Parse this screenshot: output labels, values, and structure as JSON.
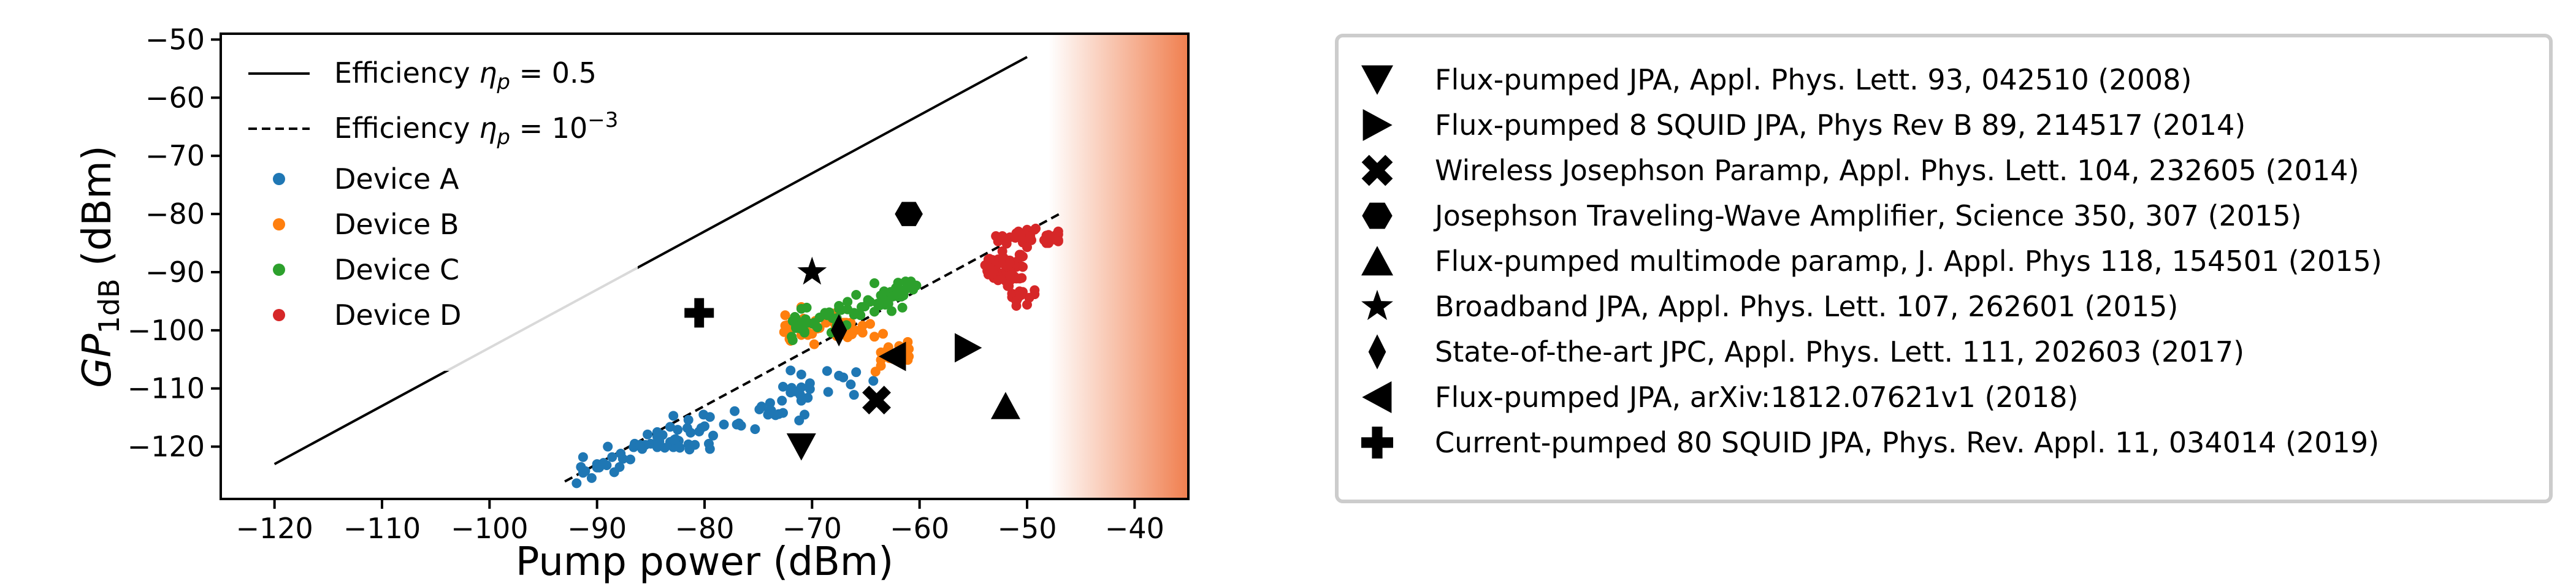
{
  "chart_data": {
    "type": "scatter",
    "xlabel": "Pump power (dBm)",
    "ylabel": "GP_1dB (dBm)",
    "ylabel_main": "GP",
    "ylabel_sub": "1dB",
    "ylabel_unit": " (dBm)",
    "xlim": [
      -125,
      -35
    ],
    "ylim": [
      -129,
      -49
    ],
    "xticks": [
      -120,
      -110,
      -100,
      -90,
      -80,
      -70,
      -60,
      -50,
      -40
    ],
    "yticks": [
      -50,
      -60,
      -70,
      -80,
      -90,
      -100,
      -110,
      -120
    ],
    "grid": false,
    "shaded_region": {
      "x_start": -48,
      "x_end": -35,
      "color_strong": "#f07f4f",
      "color_fade": "#ffffff"
    },
    "lines": [
      {
        "name": "Efficiency η_p = 0.5",
        "label_prefix": "Efficiency ",
        "label_math": "η",
        "label_sub": "p",
        "label_rest": " = 0.5",
        "style": "solid",
        "x": [
          -120,
          -50
        ],
        "y": [
          -123,
          -53
        ]
      },
      {
        "name": "Efficiency η_p = 10^-3",
        "label_prefix": "Efficiency ",
        "label_math": "η",
        "label_sub": "p",
        "label_rest": " = 10",
        "label_sup": "−3",
        "style": "dashed",
        "x": [
          -93,
          -47
        ],
        "y": [
          -126,
          -80
        ]
      }
    ],
    "series": [
      {
        "name": "Device A",
        "color": "#1f77b4",
        "x": [],
        "y": []
      },
      {
        "name": "Device B",
        "color": "#ff7f0e",
        "x": [],
        "y": []
      },
      {
        "name": "Device C",
        "color": "#2ca02c",
        "x": [],
        "y": []
      },
      {
        "name": "Device D",
        "color": "#d62728",
        "x": [],
        "y": []
      }
    ],
    "references": [
      {
        "marker": "triangle-down",
        "label": "Flux-pumped JPA, Appl. Phys. Lett. 93, 042510 (2008)",
        "x": -71,
        "y": -120
      },
      {
        "marker": "triangle-right",
        "label": "Flux-pumped 8 SQUID JPA, Phys Rev B 89, 214517 (2014)",
        "x": -55.5,
        "y": -103
      },
      {
        "marker": "x",
        "label": "Wireless Josephson Paramp, Appl. Phys. Lett. 104, 232605 (2014)",
        "x": -64,
        "y": -112
      },
      {
        "marker": "hexagon",
        "label": "Josephson Traveling-Wave Amplifier, Science 350, 307 (2015)",
        "x": -61,
        "y": -80
      },
      {
        "marker": "triangle-up",
        "label": "Flux-pumped multimode paramp, J. Appl. Phys 118, 154501 (2015)",
        "x": -52,
        "y": -113
      },
      {
        "marker": "star",
        "label": "Broadband JPA, Appl. Phys. Lett. 107, 262601 (2015)",
        "x": -70,
        "y": -90
      },
      {
        "marker": "diamond",
        "label": "State-of-the-art JPC, Appl. Phys. Lett. 111, 202603 (2017)",
        "x": -67.5,
        "y": -100
      },
      {
        "marker": "triangle-left",
        "label": "Flux-pumped JPA, arXiv:1812.07621v1 (2018)",
        "x": -62.5,
        "y": -104.5
      },
      {
        "marker": "plus",
        "label": "Current-pumped 80 SQUID JPA, Phys. Rev. Appl. 11, 034014 (2019)",
        "x": -80.5,
        "y": -97
      }
    ]
  }
}
